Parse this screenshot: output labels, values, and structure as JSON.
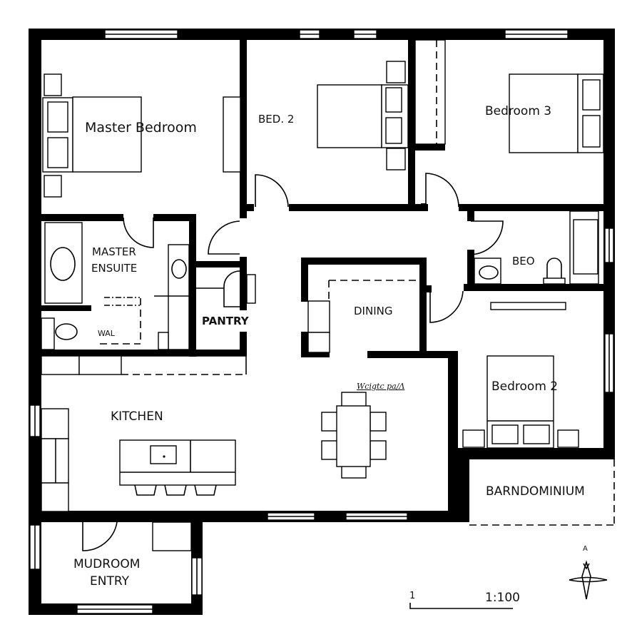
{
  "plan": {
    "scale_label": "1:100",
    "scale_start": "1",
    "north_label": "A",
    "rooms": {
      "master_bedroom": "Master Bedroom",
      "bed2_upper": "BED.  2",
      "bedroom3": "Bedroom 3",
      "master_ensuite_line1": "MASTER",
      "master_ensuite_line2": "ENSUITE",
      "wal": "WAL",
      "pantry": "PANTRY",
      "beo": "BEO",
      "dining": "DINING",
      "bedroom2": "Bedroom 2",
      "kitchen": "KITCHEN",
      "barndominium": "BARNDOMINIUM",
      "mudroom_line1": "MUDROOM",
      "mudroom_line2": "ENTRY"
    },
    "annotation": "Wcigtc pa/Λ",
    "colors": {
      "wall": "#000000",
      "background": "#ffffff"
    }
  }
}
